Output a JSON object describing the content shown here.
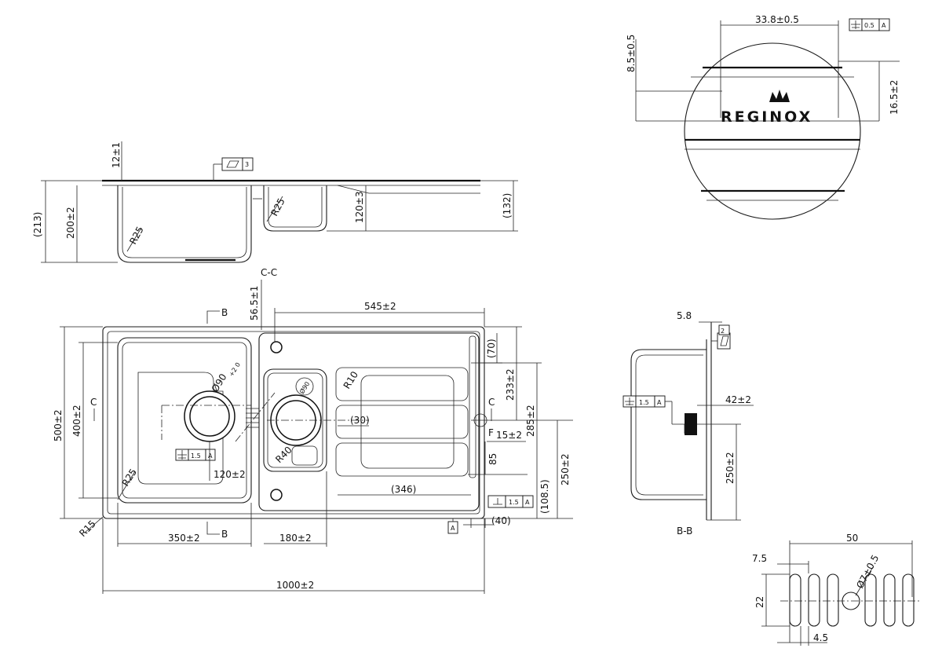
{
  "brand": "REGINOX",
  "views": {
    "section_cc": "C-C",
    "section_bb": "B-B",
    "cut_b": "B",
    "cut_c": "C"
  },
  "datum": {
    "a": "A",
    "f": "F",
    "tol_1_5": "1.5",
    "tol_0_5": "0.5",
    "flat_3": "3",
    "flat_2": "2"
  },
  "dimensions": {
    "top_12": "12±1",
    "top_200": "200±2",
    "top_213": "(213)",
    "top_120": "120±3",
    "top_132": "(132)",
    "top_r25a": "R25",
    "top_r25b": "R25",
    "plan_56_5": "56.5±1",
    "plan_545": "545±2",
    "plan_70": "(70)",
    "plan_233": "233±2",
    "plan_285": "285±2",
    "plan_500": "500±2",
    "plan_400": "400±2",
    "plan_90": "Ø90",
    "plan_90_tol": "+2 0",
    "plan_90b": "Ø90",
    "plan_r10": "R10",
    "plan_30": "(30)",
    "plan_15": "15±2",
    "plan_r40": "R40",
    "plan_85": "85",
    "plan_250": "250±2",
    "plan_108_5": "(108.5)",
    "plan_346": "(346)",
    "plan_40": "(40)",
    "plan_120": "120±2",
    "plan_r25": "R25",
    "plan_r15": "R15",
    "plan_350": "350±2",
    "plan_180": "180±2",
    "plan_1000": "1000±2",
    "detail_33_8": "33.8±0.5",
    "detail_8_5": "8.5±0.5",
    "detail_16_5": "16.5±2",
    "side_5_8": "5.8",
    "side_42": "42±2",
    "side_250": "250±2",
    "drain_50": "50",
    "drain_7_5": "7.5",
    "drain_7": "Ø7±0.5",
    "drain_22": "22",
    "drain_4_5": "4.5"
  }
}
